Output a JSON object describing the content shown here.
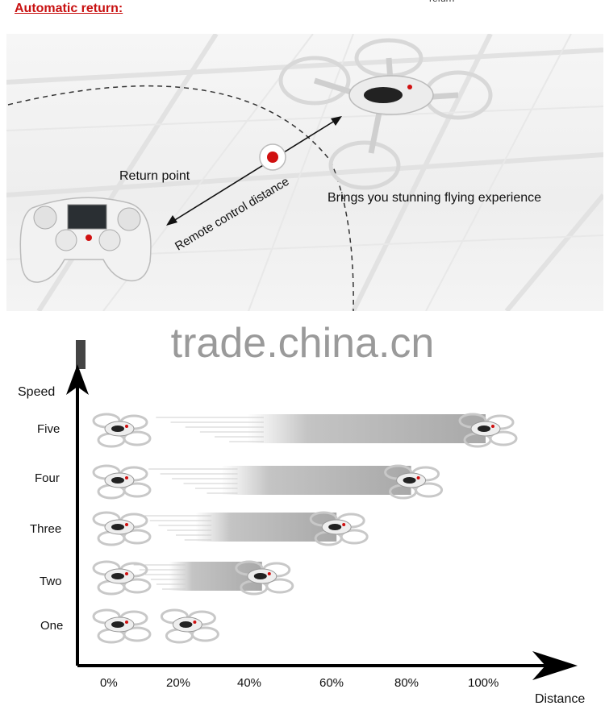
{
  "header": {
    "title": "Automatic return:",
    "cutoff_text": "refurn"
  },
  "top_diagram": {
    "return_point_label": "Return point",
    "distance_label": "Remote control distance",
    "caption": "Brings you stunning flying experience"
  },
  "watermark": "trade.china.cn",
  "chart_data": {
    "type": "bar",
    "ylabel": "Speed",
    "xlabel": "Distance",
    "categories": [
      "One",
      "Two",
      "Three",
      "Four",
      "Five"
    ],
    "values": [
      20,
      40,
      60,
      80,
      100
    ],
    "x_tick_labels": [
      "0%",
      "20%",
      "40%",
      "60%",
      "80%",
      "100%"
    ],
    "xlim": [
      0,
      100
    ]
  }
}
